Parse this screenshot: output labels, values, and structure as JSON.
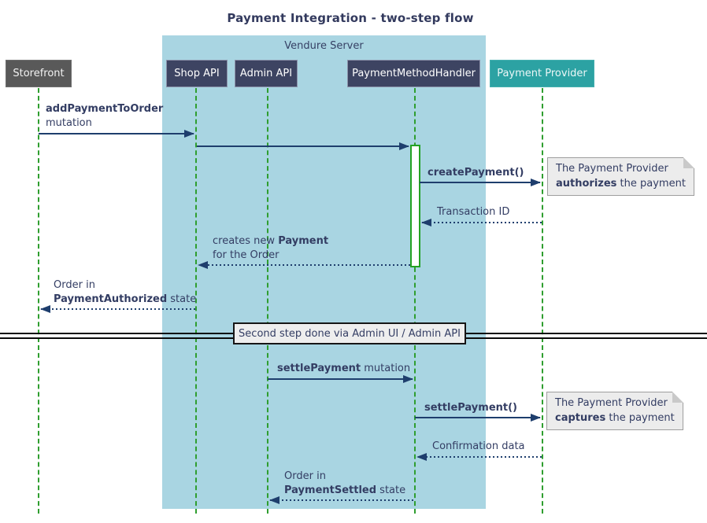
{
  "title": "Payment Integration - two-step flow",
  "container": {
    "label": "Vendure Server"
  },
  "participants": [
    {
      "label": "Storefront"
    },
    {
      "label": "Shop API"
    },
    {
      "label": "Admin API"
    },
    {
      "label": "PaymentMethodHandler"
    },
    {
      "label": "Payment Provider"
    }
  ],
  "messages": {
    "add_payment": {
      "bold": "addPaymentToOrder",
      "rest": "mutation"
    },
    "create_payment": {
      "bold": "createPayment()"
    },
    "transaction_id": {
      "text": "Transaction ID"
    },
    "creates_payment": {
      "pre": "creates new ",
      "bold": "Payment",
      "line2": "for the Order"
    },
    "order_authorized": {
      "line1": "Order in",
      "bold": "PaymentAuthorized",
      "rest": " state"
    },
    "settle_mutation": {
      "bold": "settlePayment",
      "rest": " mutation"
    },
    "settle_call": {
      "bold": "settlePayment()"
    },
    "confirmation": {
      "text": "Confirmation data"
    },
    "order_settled": {
      "line1": "Order in",
      "bold": "PaymentSettled",
      "rest": " state"
    }
  },
  "notes": {
    "authorize": {
      "line1": "The Payment Provider",
      "bold": "authorizes",
      "rest": " the payment"
    },
    "capture": {
      "line1": "The Payment Provider",
      "bold": "captures",
      "rest": " the payment"
    }
  },
  "divider": {
    "label": "Second step done via Admin UI / Admin API"
  },
  "colors": {
    "frame_bg": "#a9d5e2",
    "participant_bg": "#3d4462",
    "external_bg": "#595959",
    "provider_bg": "#2ca2a3",
    "arrow": "#1e3e6d",
    "lifeline": "#2f9e2f",
    "note_bg": "#ececec",
    "text": "#333d63"
  }
}
